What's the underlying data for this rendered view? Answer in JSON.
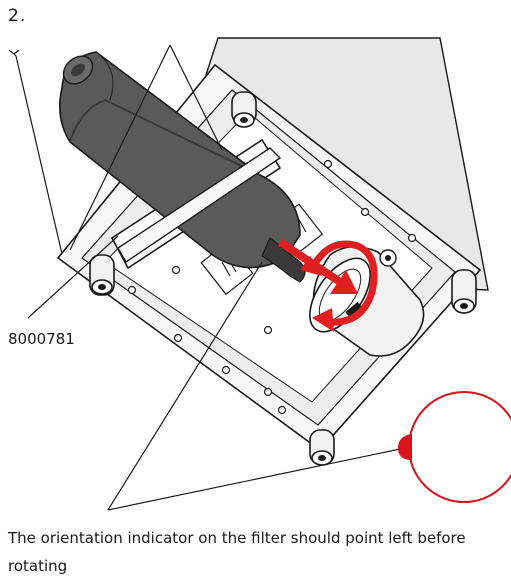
{
  "figure": {
    "step_number": "2.",
    "part_number": "8000781",
    "caption": "The orientation indicator on the filter should point left before rotating"
  },
  "colors": {
    "line": "#1a1a1a",
    "panel": "#e8e8e8",
    "frame": "#f7f7f7",
    "cartridge": "#5a5a5a",
    "cartridge_dark": "#3a3a3a",
    "housing": "#f2f2f2",
    "arrow_red": "#e02020",
    "indicator_red": "#d8141c"
  },
  "icons": {
    "insertion_arrow": "arrow-right-icon",
    "rotation_arrow": "rotate-arrow-icon",
    "orientation_marker": "red-circle-indicator"
  }
}
